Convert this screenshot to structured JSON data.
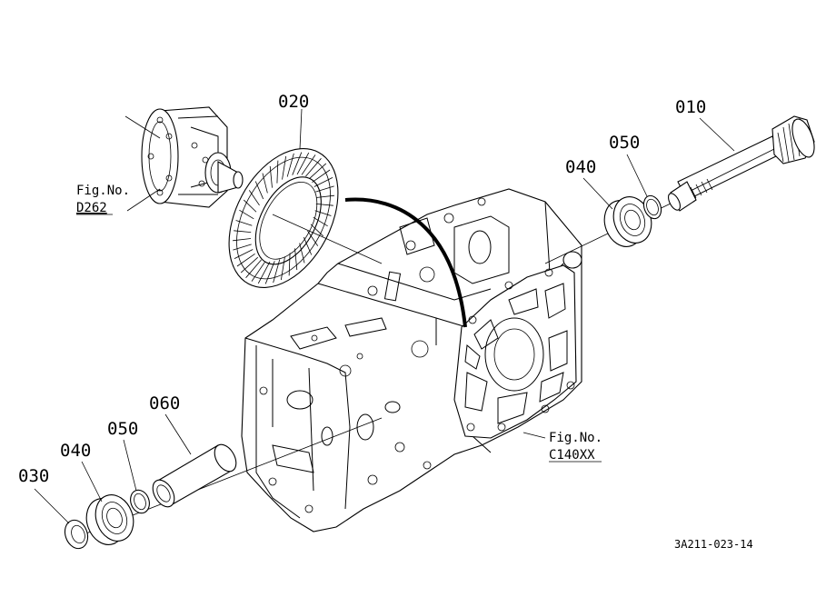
{
  "diagram": {
    "parts": [
      {
        "id": "p010",
        "label": "010"
      },
      {
        "id": "p020",
        "label": "020"
      },
      {
        "id": "p030",
        "label": "030"
      },
      {
        "id": "p040a",
        "label": "040"
      },
      {
        "id": "p050a",
        "label": "050"
      },
      {
        "id": "p040b",
        "label": "040"
      },
      {
        "id": "p050b",
        "label": "050"
      },
      {
        "id": "p060",
        "label": "060"
      }
    ],
    "figure_refs": [
      {
        "line1": "Fig.No.",
        "line2": "D262"
      },
      {
        "line1": "Fig.No.",
        "line2": "C140XX"
      }
    ],
    "drawing_code": "3A211-023-14"
  }
}
